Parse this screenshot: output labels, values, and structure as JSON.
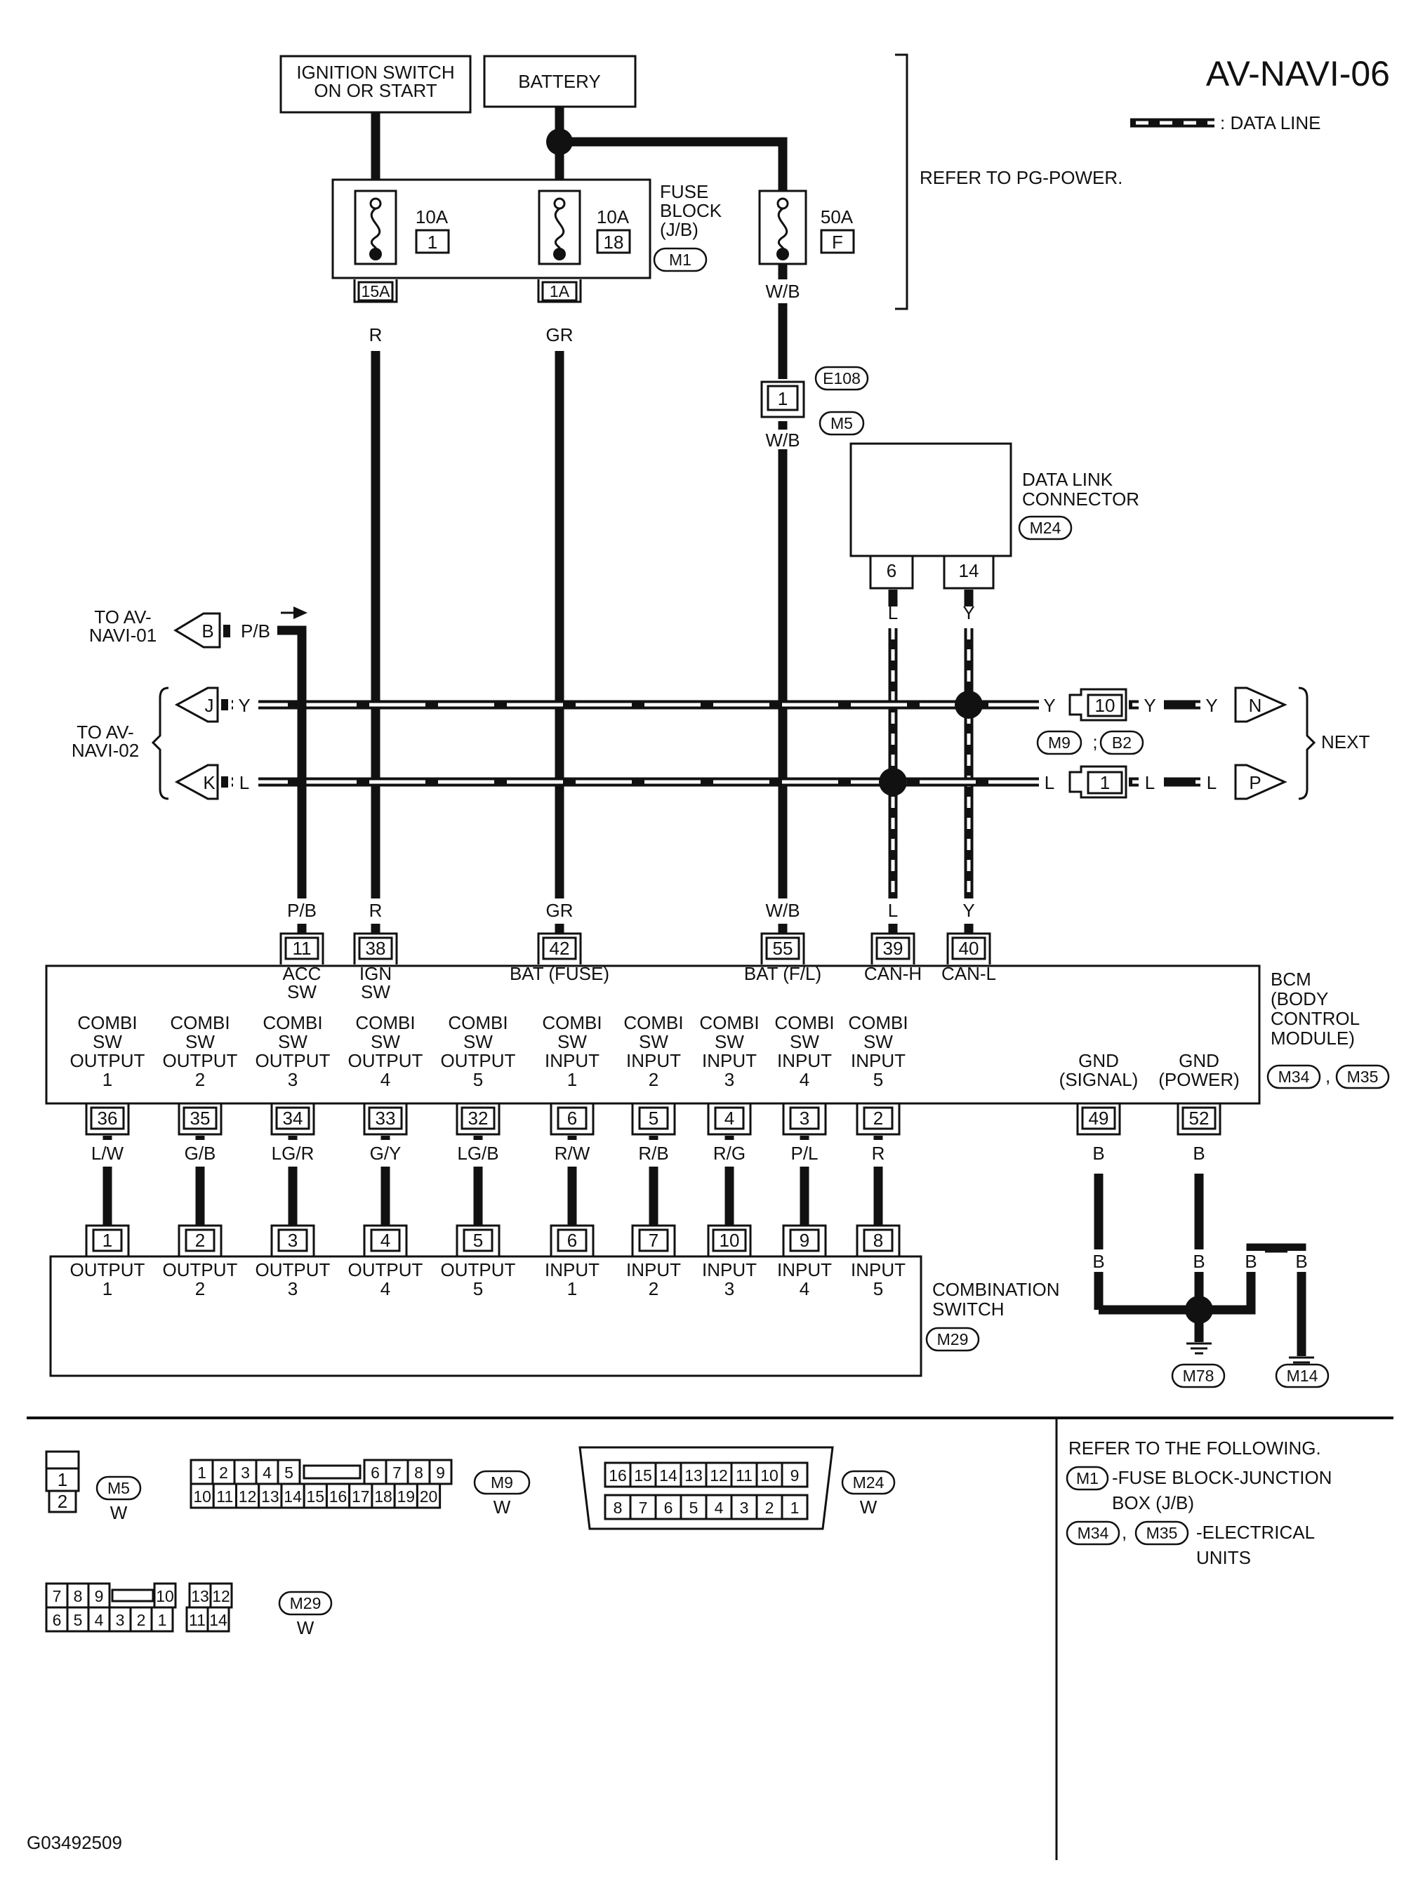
{
  "title": "AV-NAVI-06",
  "legend": {
    "data_line": ": DATA LINE"
  },
  "refer_pg_power": "REFER TO PG-POWER.",
  "sources": {
    "ignition_switch": "IGNITION SWITCH\nON OR START",
    "battery": "BATTERY"
  },
  "fuse_block": {
    "label": "FUSE\nBLOCK\n(J/B)",
    "connector": "M1",
    "fuses": [
      {
        "amps": "10A",
        "num": "1",
        "pin": "15A",
        "wire": "R"
      },
      {
        "amps": "10A",
        "num": "18",
        "pin": "1A",
        "wire": "GR"
      }
    ]
  },
  "fusible_link": {
    "amps": "50A",
    "num": "F",
    "wire": "W/B"
  },
  "joint": {
    "top": "E108",
    "pin": "1",
    "bottom": "M5",
    "wire": "W/B"
  },
  "data_link_connector": {
    "label": "DATA LINK\nCONNECTOR",
    "connector": "M24",
    "pins": [
      {
        "pin": "6",
        "wire": "L"
      },
      {
        "pin": "14",
        "wire": "Y"
      }
    ]
  },
  "left_refs": {
    "navi01": "TO AV-\nNAVI-01",
    "navi01_letter": "B",
    "navi01_wire": "P/B",
    "navi02": "TO AV-\nNAVI-02",
    "navi02_letters": [
      "J",
      "K"
    ],
    "navi02_wires": [
      "Y",
      "L"
    ]
  },
  "right_refs": {
    "next": "NEXT",
    "rows": [
      {
        "wire_in": "Y",
        "pin": "10",
        "wire_out": "Y",
        "wire_out2": "Y",
        "letter": "N"
      },
      {
        "wire_in": "L",
        "pin": "1",
        "wire_out": "L",
        "wire_out2": "L",
        "letter": "P"
      }
    ],
    "connectors": [
      "M9",
      "B2"
    ]
  },
  "bcm": {
    "label": "BCM\n(BODY\nCONTROL\nMODULE)",
    "connectors": [
      "M34",
      "M35"
    ],
    "sep": ",",
    "top_pins": [
      {
        "wire": "P/B",
        "pin": "11",
        "name": "ACC\nSW"
      },
      {
        "wire": "R",
        "pin": "38",
        "name": "IGN\nSW"
      },
      {
        "wire": "GR",
        "pin": "42",
        "name": "BAT (FUSE)"
      },
      {
        "wire": "W/B",
        "pin": "55",
        "name": "BAT (F/L)"
      },
      {
        "wire": "L",
        "pin": "39",
        "name": "CAN-H"
      },
      {
        "wire": "Y",
        "pin": "40",
        "name": "CAN-L"
      }
    ],
    "bottom_pins": [
      {
        "name": "COMBI\nSW\nOUTPUT\n1",
        "pin": "36",
        "wire": "L/W"
      },
      {
        "name": "COMBI\nSW\nOUTPUT\n2",
        "pin": "35",
        "wire": "G/B"
      },
      {
        "name": "COMBI\nSW\nOUTPUT\n3",
        "pin": "34",
        "wire": "LG/R"
      },
      {
        "name": "COMBI\nSW\nOUTPUT\n4",
        "pin": "33",
        "wire": "G/Y"
      },
      {
        "name": "COMBI\nSW\nOUTPUT\n5",
        "pin": "32",
        "wire": "LG/B"
      },
      {
        "name": "COMBI\nSW\nINPUT\n1",
        "pin": "6",
        "wire": "R/W"
      },
      {
        "name": "COMBI\nSW\nINPUT\n2",
        "pin": "5",
        "wire": "R/B"
      },
      {
        "name": "COMBI\nSW\nINPUT\n3",
        "pin": "4",
        "wire": "R/G"
      },
      {
        "name": "COMBI\nSW\nINPUT\n4",
        "pin": "3",
        "wire": "P/L"
      },
      {
        "name": "COMBI\nSW\nINPUT\n5",
        "pin": "2",
        "wire": "R"
      }
    ],
    "gnd_pins": [
      {
        "name": "GND\n(SIGNAL)",
        "pin": "49",
        "wire": "B"
      },
      {
        "name": "GND\n(POWER)",
        "pin": "52",
        "wire": "B"
      }
    ]
  },
  "combination_switch": {
    "label": "COMBINATION\nSWITCH",
    "connector": "M29",
    "pins": [
      {
        "pin": "1",
        "name": "OUTPUT\n1"
      },
      {
        "pin": "2",
        "name": "OUTPUT\n2"
      },
      {
        "pin": "3",
        "name": "OUTPUT\n3"
      },
      {
        "pin": "4",
        "name": "OUTPUT\n4"
      },
      {
        "pin": "5",
        "name": "OUTPUT\n5"
      },
      {
        "pin": "6",
        "name": "INPUT\n1"
      },
      {
        "pin": "7",
        "name": "INPUT\n2"
      },
      {
        "pin": "10",
        "name": "INPUT\n3"
      },
      {
        "pin": "9",
        "name": "INPUT\n4"
      },
      {
        "pin": "8",
        "name": "INPUT\n5"
      }
    ]
  },
  "grounds": {
    "wire": "B",
    "labels": [
      "M78",
      "M14"
    ]
  },
  "connector_views": {
    "m5": {
      "label": "M5",
      "color": "W",
      "rows": [
        [
          "1"
        ],
        [
          "2"
        ]
      ]
    },
    "m9": {
      "label": "M9",
      "color": "W",
      "top": [
        "1",
        "2",
        "3",
        "4",
        "5",
        "6",
        "7",
        "8",
        "9"
      ],
      "bottom": [
        "10",
        "11",
        "12",
        "13",
        "14",
        "15",
        "16",
        "17",
        "18",
        "19",
        "20"
      ]
    },
    "m24": {
      "label": "M24",
      "color": "W",
      "top": [
        "16",
        "15",
        "14",
        "13",
        "12",
        "11",
        "10",
        "9"
      ],
      "bottom": [
        "8",
        "7",
        "6",
        "5",
        "4",
        "3",
        "2",
        "1"
      ]
    },
    "m29": {
      "label": "M29",
      "color": "W",
      "top": [
        "7",
        "8",
        "9",
        "10",
        "13",
        "12"
      ],
      "bottom": [
        "6",
        "5",
        "4",
        "3",
        "2",
        "1",
        "11",
        "14"
      ]
    }
  },
  "refer_following": {
    "title": "REFER TO THE FOLLOWING.",
    "m1": "M1",
    "m1_text": "-FUSE BLOCK-JUNCTION\nBOX (J/B)",
    "m34": "M34",
    "m35": "M35",
    "sep": ",",
    "units_text": "-ELECTRICAL\nUNITS"
  },
  "figure_id": "G03492509"
}
